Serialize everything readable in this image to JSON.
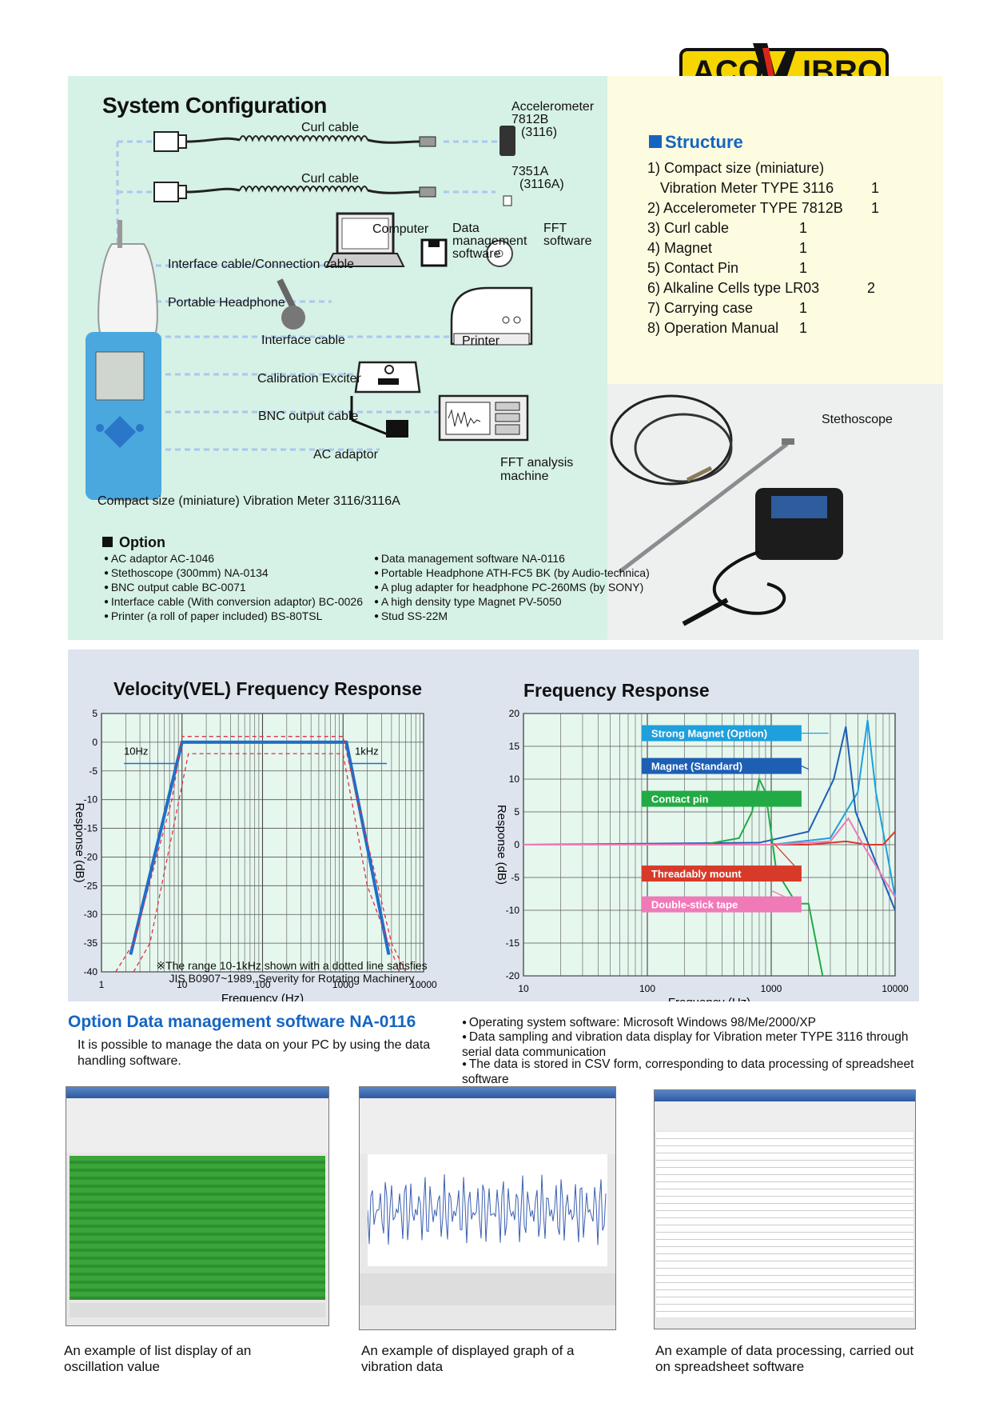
{
  "logo": {
    "left": "ACO",
    "right": "IBRO"
  },
  "config": {
    "title": "System Configuration",
    "curl_cable_1": "Curl cable",
    "curl_cable_2": "Curl cable",
    "accelerometer": [
      "Accelerometer",
      "7812B",
      "(3116)"
    ],
    "accel2": [
      "7351A",
      "(3116A)"
    ],
    "computer": "Computer",
    "data_mgmt": [
      "Data",
      "management",
      "software"
    ],
    "fft_sw": [
      "FFT",
      "software"
    ],
    "interface_conn": "Interface cable/Connection cable",
    "headphone": "Portable Headphone",
    "interface": "Interface cable",
    "printer": "Printer",
    "calibration": "Calibration Exciter",
    "bnc": "BNC output cable",
    "ac": "AC adaptor",
    "fft_machine": [
      "FFT analysis",
      "machine"
    ],
    "meter_caption": "Compact size (miniature) Vibration Meter 3116/3116A"
  },
  "structure": {
    "title": "Structure",
    "items": [
      {
        "label": "1) Compact size (miniature)",
        "qty": ""
      },
      {
        "label": "   Vibration Meter TYPE 3116",
        "qty": "1"
      },
      {
        "label": "2) Accelerometer TYPE 7812B",
        "qty": "1"
      },
      {
        "label": "3) Curl cable",
        "qty": "1"
      },
      {
        "label": "4) Magnet",
        "qty": "1"
      },
      {
        "label": "5) Contact Pin",
        "qty": "1"
      },
      {
        "label": "6) Alkaline Cells type LR03",
        "qty": "2"
      },
      {
        "label": "7) Carrying case",
        "qty": "1"
      },
      {
        "label": "8) Operation Manual",
        "qty": "1"
      }
    ]
  },
  "photo": {
    "stethoscope": "Stethoscope"
  },
  "option": {
    "title": "Option",
    "left": [
      "AC adaptor AC-1046",
      "Stethoscope (300mm) NA-0134",
      "BNC output cable BC-0071",
      "Interface cable (With conversion adaptor) BC-0026",
      "Printer (a roll of paper included) BS-80TSL"
    ],
    "right": [
      "Data management software NA-0116",
      "Portable Headphone ATH-FC5 BK (by Audio-technica)",
      "A plug adapter for headphone PC-260MS (by SONY)",
      "A high density type Magnet PV-5050",
      "Stud SS-22M"
    ]
  },
  "chart_data": [
    {
      "type": "line",
      "title": "Velocity(VEL) Frequency Response",
      "xlabel": "Frequency (Hz)",
      "ylabel": "Response (dB)",
      "xscale": "log",
      "xlim": [
        1,
        10000
      ],
      "ylim": [
        -40,
        5
      ],
      "xticks": [
        "1",
        "10",
        "100",
        "1000",
        "10000"
      ],
      "yticks": [
        "5",
        "0",
        "-5",
        "-10",
        "-15",
        "-20",
        "-25",
        "-30",
        "-35",
        "-40"
      ],
      "annotations": [
        "10Hz",
        "1kHz"
      ],
      "note": [
        "※The range 10-1kHz shown with a dotted line satisfies",
        "JIS B0907~1989, Severity for Rotating Machinery"
      ],
      "grid": true,
      "series": [
        {
          "color": "#1e6fc8",
          "x": [
            2.3,
            10,
            1100,
            3700
          ],
          "y": [
            -37,
            0,
            0,
            -37
          ]
        },
        {
          "color": "#e0304a",
          "x": [
            1.5,
            2.5,
            7.5,
            10,
            1000,
            1500,
            4000,
            6000
          ],
          "y": [
            -40,
            -35,
            -10,
            1,
            1,
            -10,
            -35,
            -40
          ]
        },
        {
          "color": "#e0304a",
          "x": [
            2.5,
            4,
            12,
            1000,
            2000,
            5000
          ],
          "y": [
            -40,
            -35,
            -2,
            -2,
            -25,
            -40
          ]
        }
      ]
    },
    {
      "type": "line",
      "title": "Frequency Response",
      "xlabel": "Frequency (Hz)",
      "ylabel": "Response (dB)",
      "xscale": "log",
      "xlim": [
        10,
        10000
      ],
      "ylim": [
        -20,
        20
      ],
      "xticks": [
        "10",
        "100",
        "1000",
        "10000"
      ],
      "yticks": [
        "20",
        "15",
        "10",
        "5",
        "0",
        "-5",
        "-10",
        "-15",
        "-20"
      ],
      "grid": true,
      "series": [
        {
          "name": "Strong Magnet (Option)",
          "color": "#1ea0dc",
          "x": [
            10,
            1000,
            3000,
            5000,
            6000,
            7000,
            10000
          ],
          "y": [
            0,
            0,
            1,
            8,
            19,
            8,
            -8
          ]
        },
        {
          "name": "Magnet (Standard)",
          "color": "#1e5fb4",
          "x": [
            10,
            800,
            2000,
            3200,
            4000,
            4800,
            10000
          ],
          "y": [
            0,
            0.3,
            2,
            10,
            18,
            5,
            -10
          ]
        },
        {
          "name": "Contact pin",
          "color": "#22aa44",
          "x": [
            10,
            300,
            550,
            700,
            800,
            900,
            1100,
            1600,
            2000,
            2600
          ],
          "y": [
            0,
            0.1,
            1,
            5,
            10,
            8,
            -4,
            -9,
            -9,
            -20
          ]
        },
        {
          "name": "Threadably mount",
          "color": "#d83a2a",
          "x": [
            10,
            2000,
            4000,
            6000,
            8000,
            10000
          ],
          "y": [
            0,
            0,
            0.5,
            0,
            0,
            2
          ]
        },
        {
          "name": "Double-stick tape",
          "color": "#f07ab8",
          "x": [
            10,
            1000,
            3000,
            4200,
            5500,
            10000
          ],
          "y": [
            0,
            0,
            0.5,
            4,
            0,
            -8
          ]
        }
      ]
    }
  ],
  "software": {
    "title": "Option Data management software NA-0116",
    "desc": "It is possible to manage the data on your PC by using the data handling software.",
    "bullets": [
      "Operating system software: Microsoft Windows 98/Me/2000/XP",
      "Data sampling and vibration data display for Vibration meter TYPE 3116 through serial data communication",
      "The data is stored in CSV form, corresponding to data processing of spreadsheet software"
    ],
    "captions": [
      "An example of list display of an oscillation value",
      "An example of displayed graph of a vibration data",
      "An example of data processing, carried out on spreadsheet software"
    ]
  }
}
